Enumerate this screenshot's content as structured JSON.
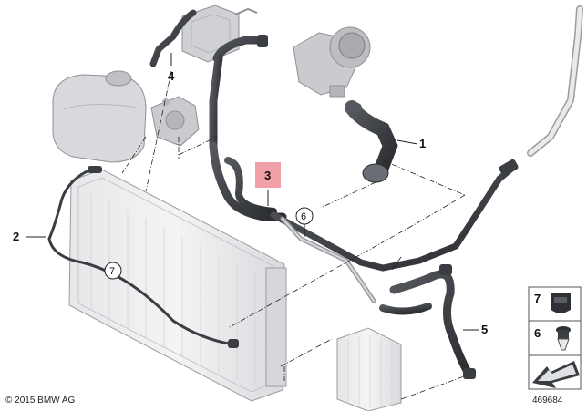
{
  "callouts": {
    "c1": "1",
    "c2": "2",
    "c3": "3",
    "c4": "4",
    "c5": "5",
    "c6": "6",
    "c7": "7"
  },
  "legend": {
    "item7": "7",
    "item6": "6"
  },
  "footer": {
    "copyright": "© 2015 BMW AG",
    "diagram_id": "469684"
  },
  "colors": {
    "highlight": "#f2a0a8",
    "hose": "#3a3d42",
    "part_gray": "#c9cbce",
    "line": "#222222"
  }
}
